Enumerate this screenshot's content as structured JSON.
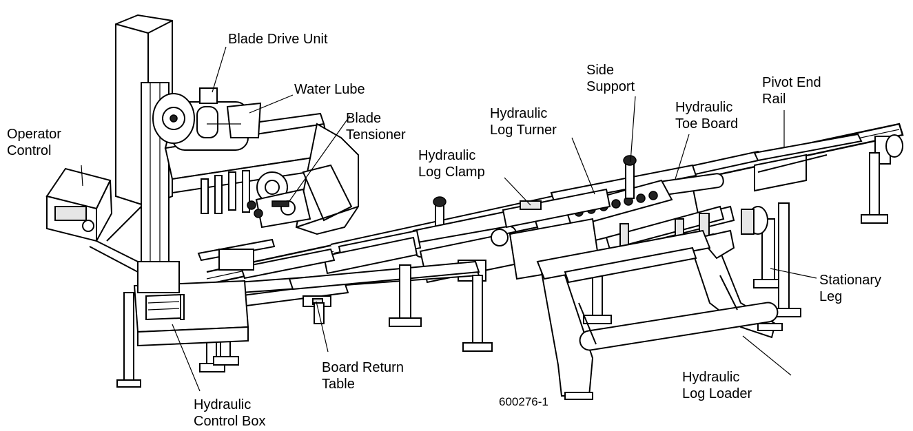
{
  "figure_number": "600276-1",
  "labels": {
    "blade_drive_unit": [
      "Blade Drive Unit"
    ],
    "water_lube": [
      "Water Lube"
    ],
    "blade_tensioner": [
      "Blade",
      "Tensioner"
    ],
    "operator_control": [
      "Operator",
      "Control"
    ],
    "hydraulic_log_clamp": [
      "Hydraulic",
      "Log Clamp"
    ],
    "hydraulic_log_turner": [
      "Hydraulic",
      "Log Turner"
    ],
    "side_support": [
      "Side",
      "Support"
    ],
    "hydraulic_toe_board": [
      "Hydraulic",
      "Toe Board"
    ],
    "pivot_end_rail": [
      "Pivot End",
      "Rail"
    ],
    "stationary_leg": [
      "Stationary",
      "Leg"
    ],
    "hydraulic_log_loader": [
      "Hydraulic",
      "Log Loader"
    ],
    "board_return_table": [
      "Board Return",
      "Table"
    ],
    "hydraulic_control_box": [
      "Hydraulic",
      "Control Box"
    ]
  }
}
